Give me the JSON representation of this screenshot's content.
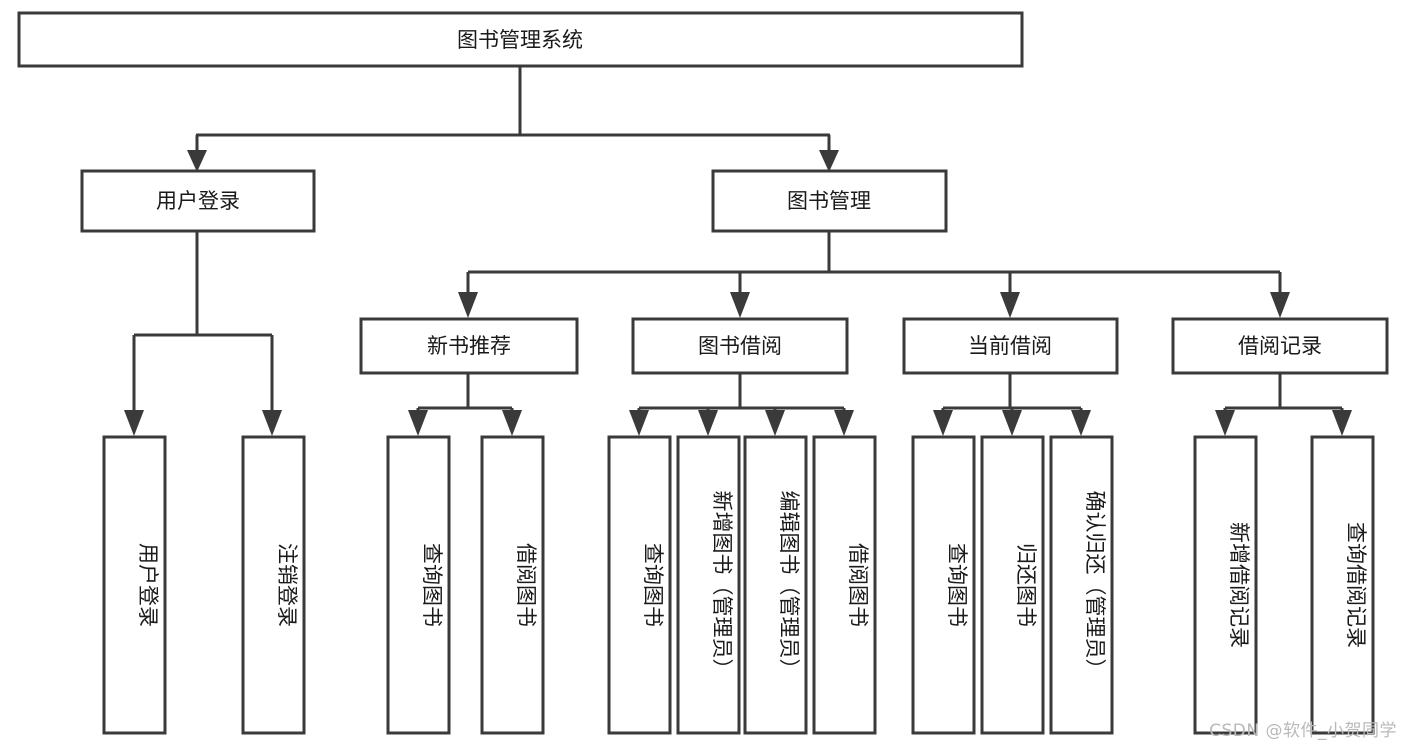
{
  "diagram": {
    "type": "tree-hierarchy-chart",
    "title": "图书管理系统",
    "root": {
      "label": "图书管理系统"
    },
    "level2": [
      {
        "label": "用户登录"
      },
      {
        "label": "图书管理"
      }
    ],
    "level3": [
      {
        "label": "新书推荐"
      },
      {
        "label": "图书借阅"
      },
      {
        "label": "当前借阅"
      },
      {
        "label": "借阅记录"
      }
    ],
    "leaves_user_login": [
      {
        "label": "用户登录"
      },
      {
        "label": "注销登录"
      }
    ],
    "leaves_new_book": [
      {
        "label": "查询图书"
      },
      {
        "label": "借阅图书"
      }
    ],
    "leaves_borrow": [
      {
        "label": "查询图书"
      },
      {
        "label": "新增图书（管理员）"
      },
      {
        "label": "编辑图书（管理员）"
      },
      {
        "label": "借阅图书"
      }
    ],
    "leaves_current": [
      {
        "label": "查询图书"
      },
      {
        "label": "归还图书"
      },
      {
        "label": "确认归还（管理员）"
      }
    ],
    "leaves_records": [
      {
        "label": "新增借阅记录"
      },
      {
        "label": "查询借阅记录"
      }
    ]
  },
  "watermark": {
    "text": "CSDN @软件_小贺同学"
  },
  "colors": {
    "stroke": "#3a3a3a",
    "fill": "#ffffff",
    "text": "#1a1a1a",
    "watermark": "#b9b9b9"
  }
}
